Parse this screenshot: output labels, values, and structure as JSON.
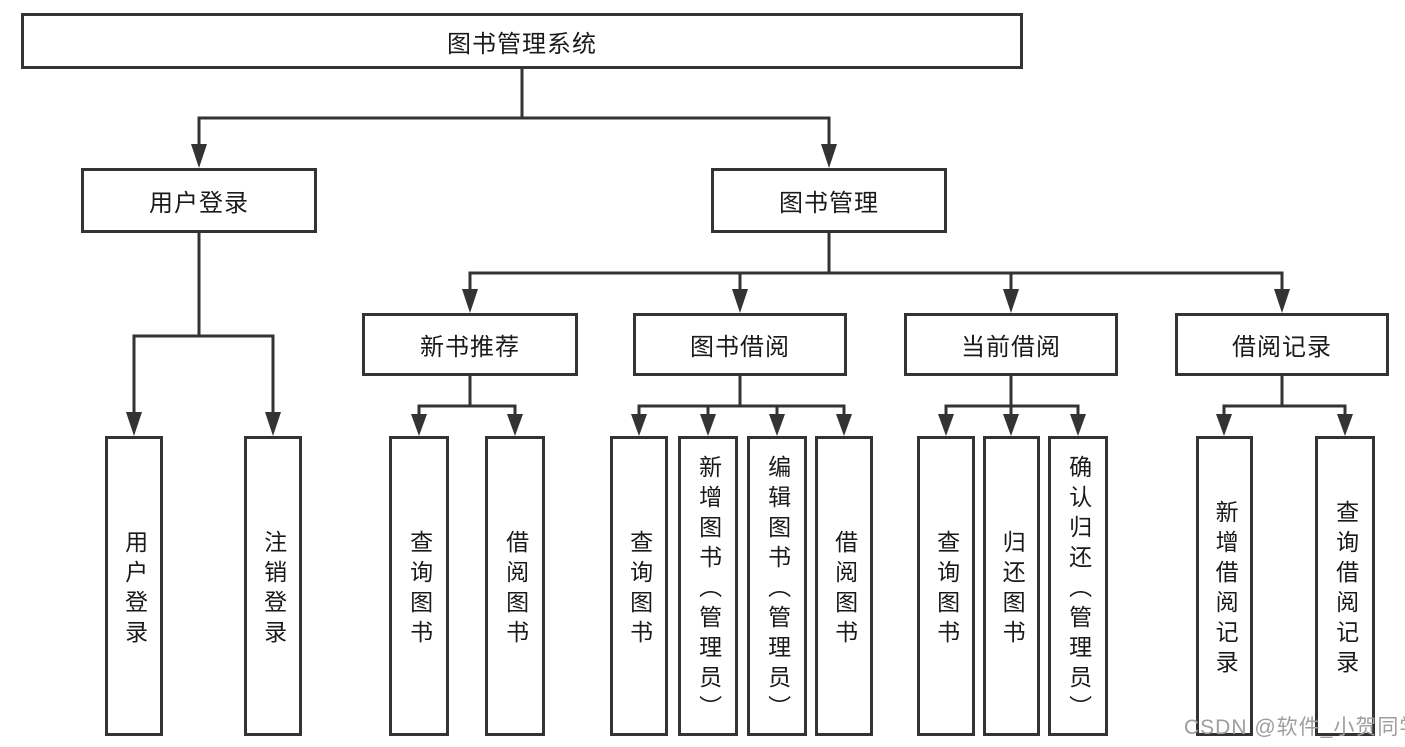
{
  "tree": {
    "root": {
      "label": "图书管理系统"
    },
    "children": [
      {
        "label": "用户登录",
        "children": [
          {
            "label": "用户登录"
          },
          {
            "label": "注销登录"
          }
        ]
      },
      {
        "label": "图书管理",
        "children": [
          {
            "label": "新书推荐",
            "children": [
              {
                "label": "查询图书"
              },
              {
                "label": "借阅图书"
              }
            ]
          },
          {
            "label": "图书借阅",
            "children": [
              {
                "label": "查询图书"
              },
              {
                "label": "新增图书（管理员）"
              },
              {
                "label": "编辑图书（管理员）"
              },
              {
                "label": "借阅图书"
              }
            ]
          },
          {
            "label": "当前借阅",
            "children": [
              {
                "label": "查询图书"
              },
              {
                "label": "归还图书"
              },
              {
                "label": "确认归还（管理员）"
              }
            ]
          },
          {
            "label": "借阅记录",
            "children": [
              {
                "label": "新增借阅记录"
              },
              {
                "label": "查询借阅记录"
              }
            ]
          }
        ]
      }
    ]
  },
  "watermark": {
    "text": "CSDN @软件_小贺同学",
    "color": "#9e9e9e"
  },
  "colors": {
    "line": "#333333",
    "border": "#333333",
    "text": "#1a1a1a",
    "background": "#ffffff"
  }
}
